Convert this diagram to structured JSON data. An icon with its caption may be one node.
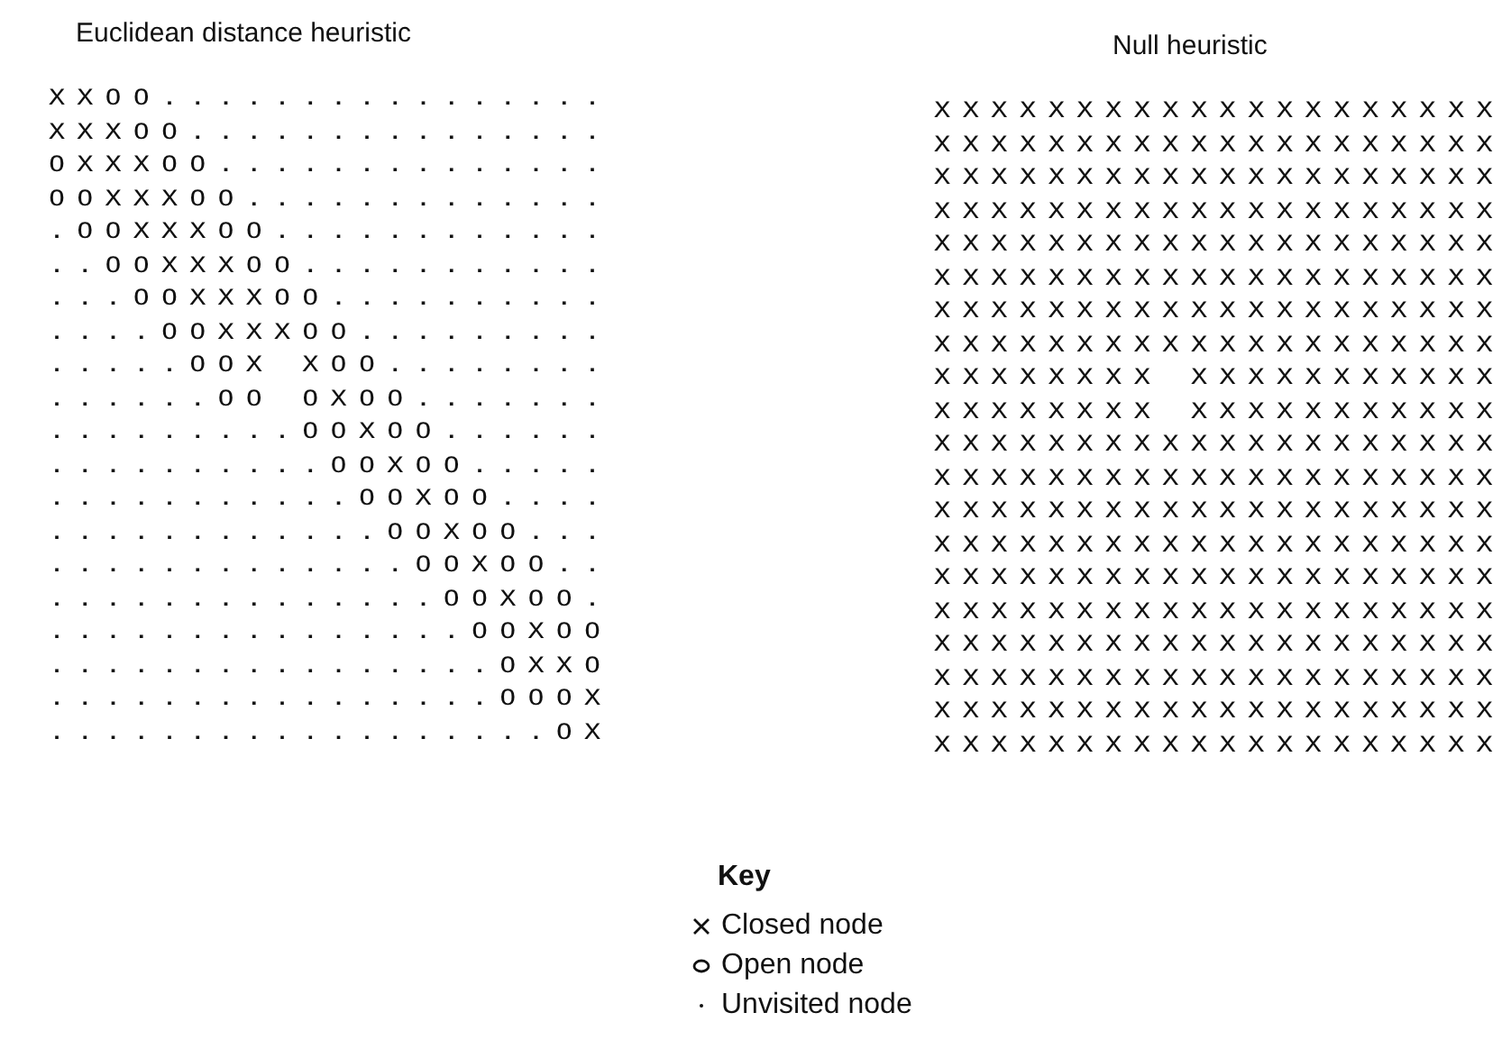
{
  "diagram": {
    "labels": [
      "Euclidean distance heuristic",
      "Null heuristic",
      "XXOO................",
      "XXXOO...............",
      "OXXXOO..............",
      "OOXXXOO.............",
      ".OOXXXOO............",
      "..OOXXXOO...........",
      "...OOXXXOO..........",
      "....OOXXXOO.........",
      ".....OOX XOO........",
      "......OO OXOO.......",
      ".........OOXOO......",
      "..........OOXOO.....",
      "...........OOXOO....",
      "............OOXOO...",
      ".............OOXOO..",
      "..............OOXOO.",
      "...............OOXOO",
      "................OXXO",
      "................OOOX",
      "..................OX",
      "XXXXXXXXXXXXXXXXXXXX",
      "XXXXXXXXXXXXXXXXXXXX",
      "XXXXXXXXXXXXXXXXXXXX",
      "XXXXXXXXXXXXXXXXXXXX",
      "XXXXXXXXXXXXXXXXXXXX",
      "XXXXXXXXXXXXXXXXXXXX",
      "XXXXXXXXXXXXXXXXXXXX",
      "XXXXXXXXXXXXXXXXXXXX",
      "XXXXXXXX XXXXXXXXXXX",
      "XXXXXXXX XXXXXXXXXXX",
      "XXXXXXXXXXXXXXXXXXXX",
      "XXXXXXXXXXXXXXXXXXXX",
      "XXXXXXXXXXXXXXXXXXXX",
      "XXXXXXXXXXXXXXXXXXXX",
      "XXXXXXXXXXXXXXXXXXXX",
      "XXXXXXXXXXXXXXXXXXXX",
      "XXXXXXXXXXXXXXXXXXXX",
      "XXXXXXXXXXXXXXXXXXXX",
      "XXXXXXXXXXXXXXXXXXXX",
      "XXXXXXXXXXXXXXXXXXXX",
      "Key"
    ],
    "legend": [
      {
        "text": "Closed node"
      },
      {
        "text": "Open node"
      },
      {
        "text": "Unvisited node"
      }
    ]
  }
}
